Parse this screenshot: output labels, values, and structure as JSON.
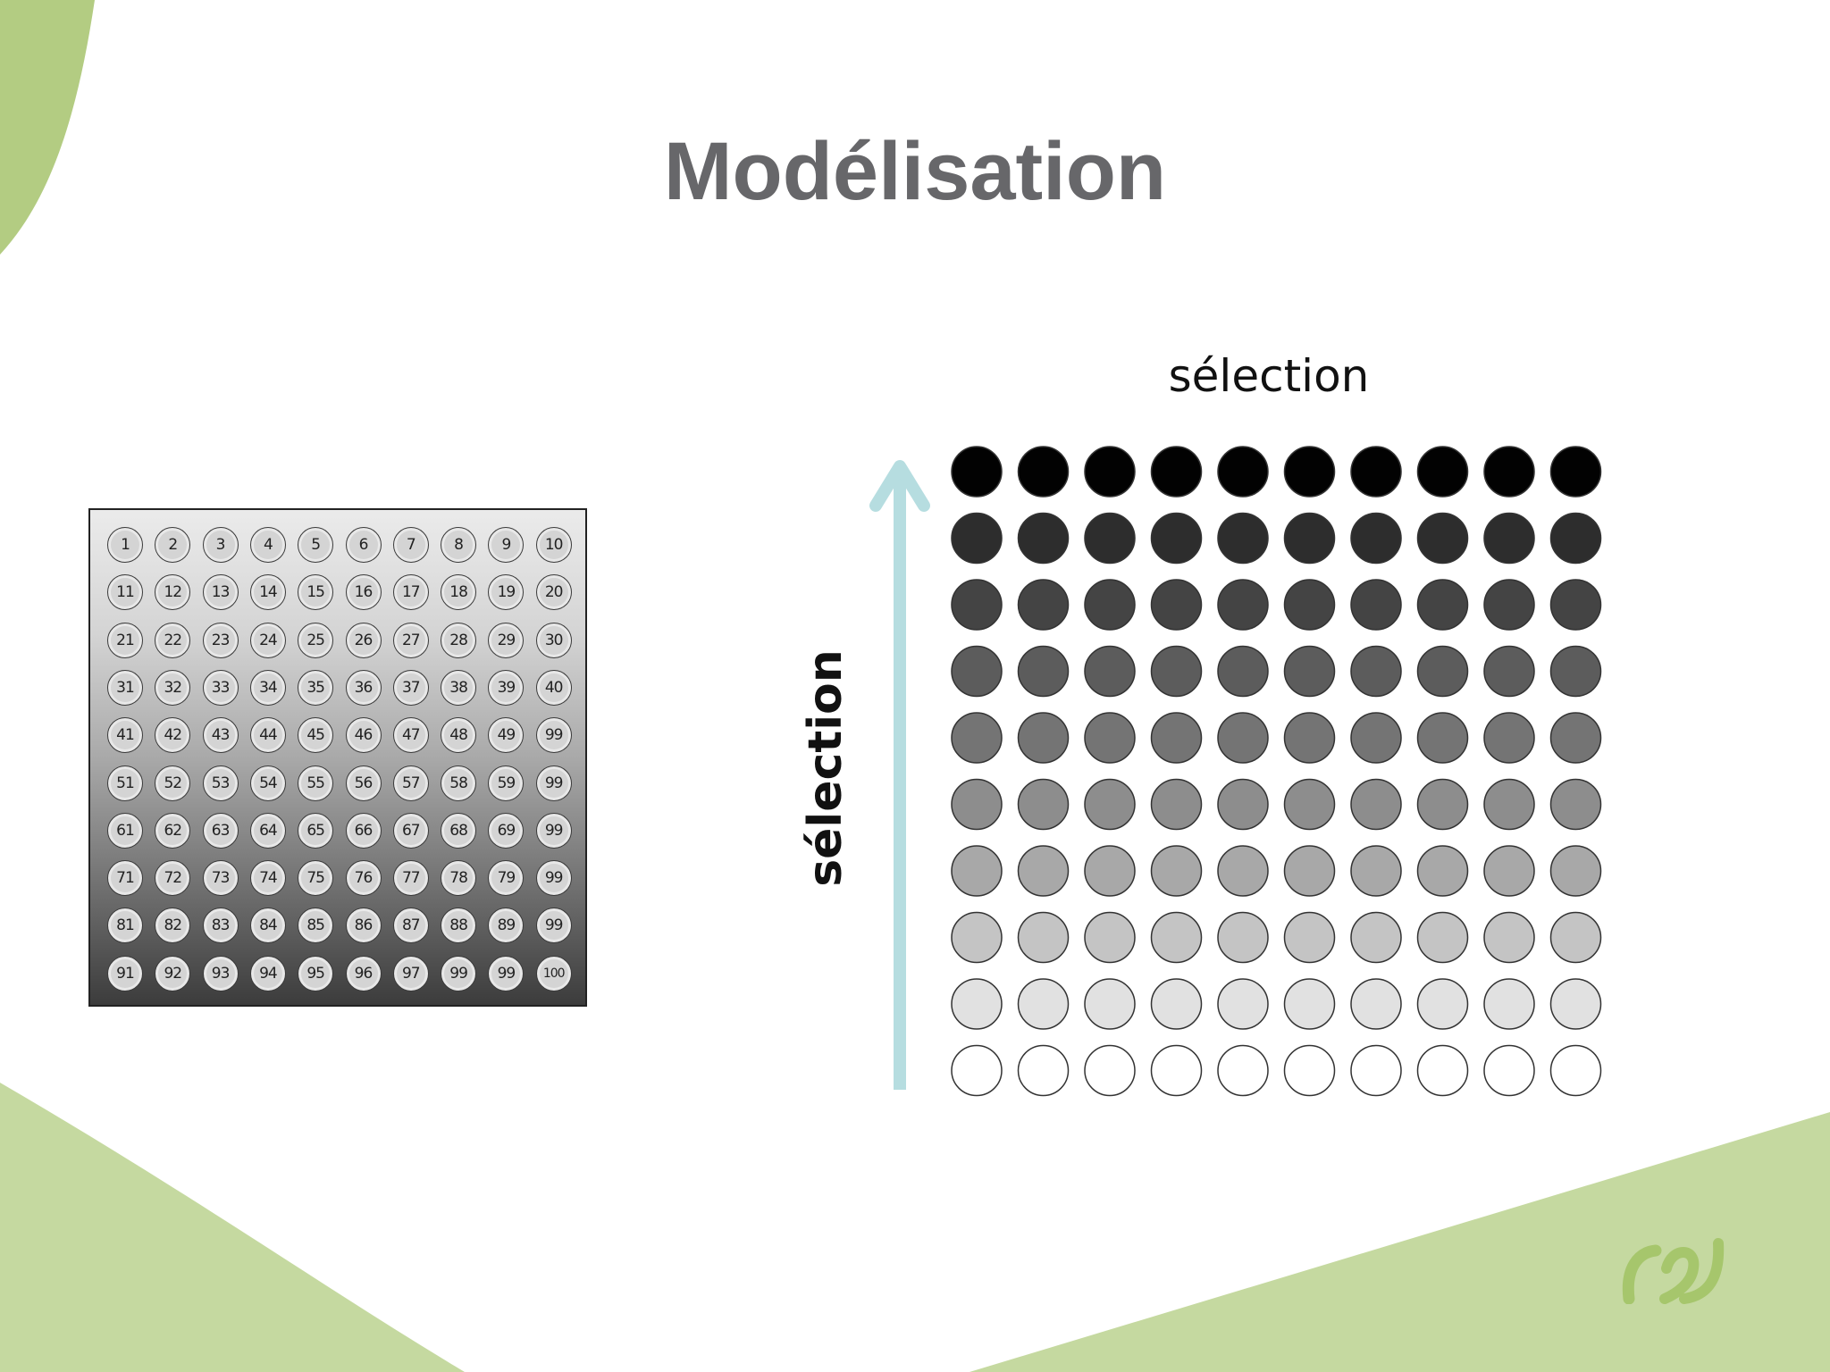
{
  "slide": {
    "title": "Modélisation",
    "selection_top_label": "sélection",
    "selection_side_label": "sélection",
    "colors": {
      "title": "#67676a",
      "decor_green": "#c5d9a0",
      "decor_green_dark": "#b3cc82",
      "arrow": "#b6dde0",
      "logo": "#a6c66c"
    }
  },
  "population": {
    "ball_labels": [
      [
        "1",
        "2",
        "3",
        "4",
        "5",
        "6",
        "7",
        "8",
        "9",
        "10"
      ],
      [
        "11",
        "12",
        "13",
        "14",
        "15",
        "16",
        "17",
        "18",
        "19",
        "20"
      ],
      [
        "21",
        "22",
        "23",
        "24",
        "25",
        "26",
        "27",
        "28",
        "29",
        "30"
      ],
      [
        "31",
        "32",
        "33",
        "34",
        "35",
        "36",
        "37",
        "38",
        "39",
        "40"
      ],
      [
        "41",
        "42",
        "43",
        "44",
        "45",
        "46",
        "47",
        "48",
        "49",
        "99"
      ],
      [
        "51",
        "52",
        "53",
        "54",
        "55",
        "56",
        "57",
        "58",
        "59",
        "99"
      ],
      [
        "61",
        "62",
        "63",
        "64",
        "65",
        "66",
        "67",
        "68",
        "69",
        "99"
      ],
      [
        "71",
        "72",
        "73",
        "74",
        "75",
        "76",
        "77",
        "78",
        "79",
        "99"
      ],
      [
        "81",
        "82",
        "83",
        "84",
        "85",
        "86",
        "87",
        "88",
        "89",
        "99"
      ],
      [
        "91",
        "92",
        "93",
        "94",
        "95",
        "96",
        "97",
        "99",
        "99",
        "100"
      ]
    ]
  },
  "selection_grid": {
    "rows": 10,
    "columns": 10,
    "row_colors_top_to_bottom": [
      "#020202",
      "#2d2d2d",
      "#444444",
      "#5c5c5c",
      "#747474",
      "#8d8d8d",
      "#a8a8a8",
      "#c4c4c4",
      "#e1e1e1",
      "#ffffff"
    ]
  }
}
